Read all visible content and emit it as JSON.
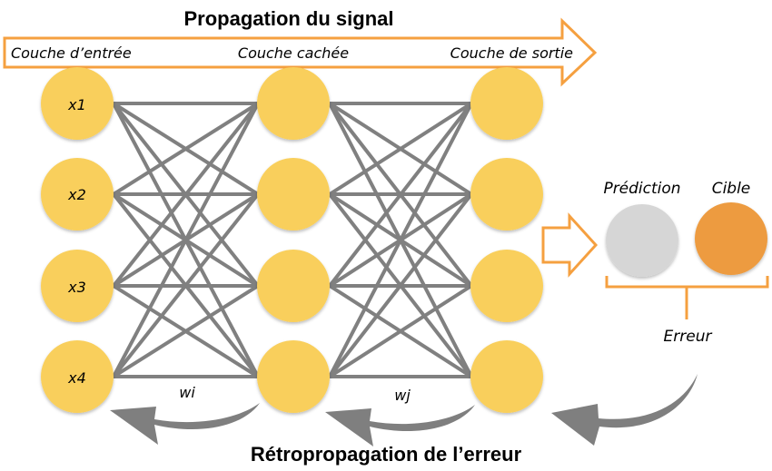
{
  "titles": {
    "forward": "Propagation du signal",
    "backward": "Rétropropagation de l’erreur"
  },
  "layers": {
    "input": "Couche d’entrée",
    "hidden": "Couche cachée",
    "output": "Couche de sortie"
  },
  "input_nodes": [
    "x1",
    "x2",
    "x3",
    "x4"
  ],
  "hidden_node_count": 4,
  "output_node_count": 4,
  "weights": {
    "input_hidden": "wi",
    "hidden_output": "wj"
  },
  "result": {
    "prediction": "Prédiction",
    "target": "Cible",
    "error": "Erreur"
  },
  "colors": {
    "node": "#f9cf5b",
    "edge": "#808080",
    "arrow_outline": "#f5a040",
    "prediction": "#d6d6d6",
    "target": "#ed9b40",
    "back_arrow": "#7f7f7f"
  }
}
